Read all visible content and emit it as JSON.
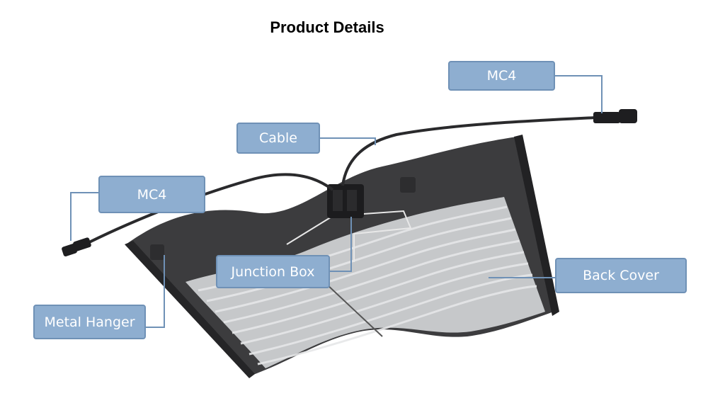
{
  "title": "Product Details",
  "labels": {
    "mc4_top": "MC4",
    "cable": "Cable",
    "mc4_left": "MC4",
    "junction_box": "Junction Box",
    "back_cover": "Back Cover",
    "metal_hanger": "Metal Hanger"
  },
  "colors": {
    "callout_fill": "#8eaed0",
    "callout_border": "#6f91b6",
    "panel_dark": "#3a3a3c",
    "back_cover": "#c9cbcd"
  }
}
